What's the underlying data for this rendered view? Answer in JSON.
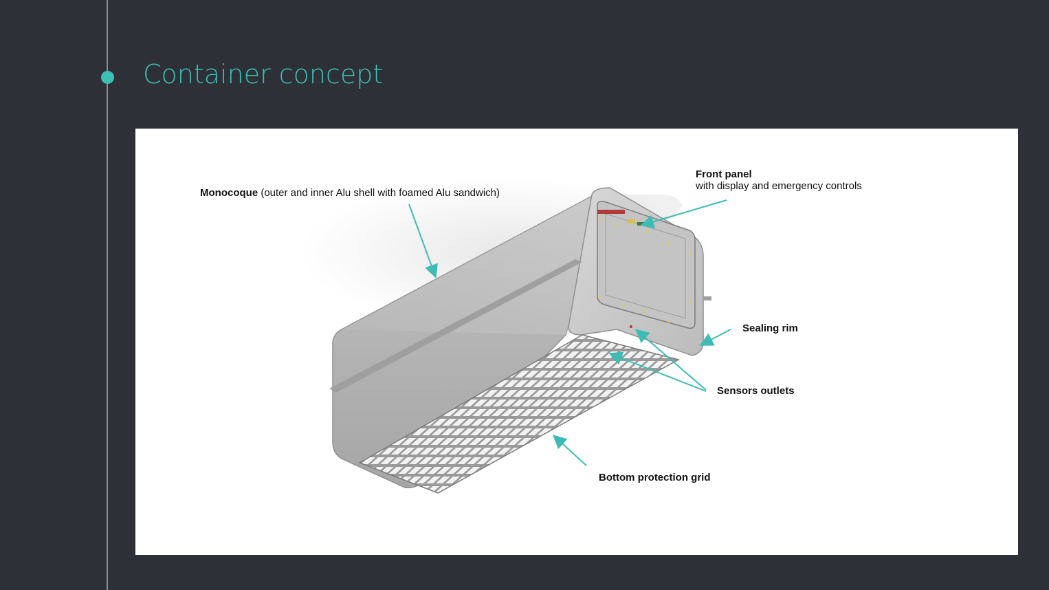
{
  "slide": {
    "title": "Container concept"
  },
  "diagram": {
    "labels": {
      "monocoque_title": "Monocoque",
      "monocoque_desc": "(outer and inner Alu shell with foamed Alu sandwich)",
      "front_panel_title": "Front panel",
      "front_panel_desc": "with display and emergency controls",
      "sealing_rim": "Sealing rim",
      "sensors_outlets": "Sensors outlets",
      "bottom_grid": "Bottom protection grid"
    },
    "colors": {
      "accent": "#3cc0b6",
      "background": "#2e3038",
      "arrow": "#3cbcb4"
    }
  }
}
